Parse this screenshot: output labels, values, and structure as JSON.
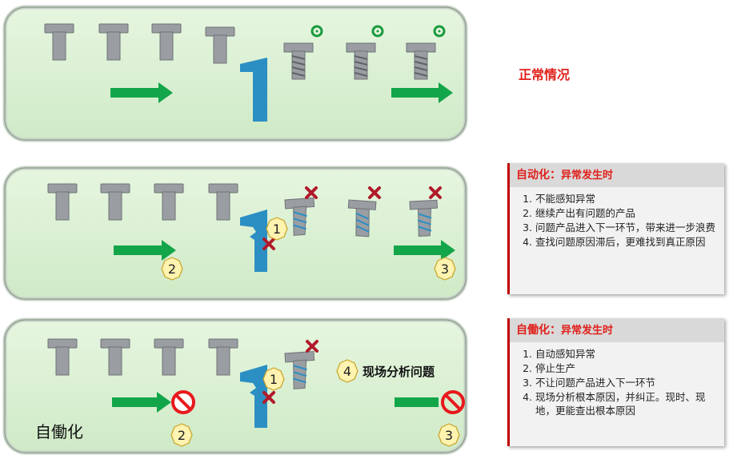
{
  "panels": {
    "normal": {
      "label": "正常情况"
    },
    "automation": {
      "title": "自动化",
      "title_sep": "：",
      "subtitle": "异常发生时",
      "items": [
        "不能感知异常",
        "继续产出有问题的产品",
        "问题产品进入下一环节，带来进一步浪费",
        "查找问题原因滞后，更难找到真正原因"
      ],
      "badges": [
        "1",
        "2",
        "3"
      ]
    },
    "jidoka": {
      "title": "自働化",
      "title_sep": "：",
      "subtitle": "异常发生时",
      "panel_label": "自働化",
      "field_analysis_number": "4",
      "field_analysis_text": "现场分析问题",
      "items": [
        "自动感知异常",
        "停止生产",
        "不让问题产品进入下一环节",
        "现场分析根本原因，并纠正。现时、现地，更能查出根本原因"
      ],
      "badges": [
        "1",
        "2",
        "3"
      ]
    }
  },
  "colors": {
    "panel_fill": "#dcf1d6",
    "panel_border": "#8a9a8a",
    "screw": "#9a9ea3",
    "machine": "#2b8fc3",
    "arrow": "#13a54a",
    "ok_ring": "#1a9a3e",
    "cross": "#b01a2a",
    "badge_fill": "#fff3b0",
    "stop_sign": "#e8191c",
    "title_red": "#e0201b"
  }
}
